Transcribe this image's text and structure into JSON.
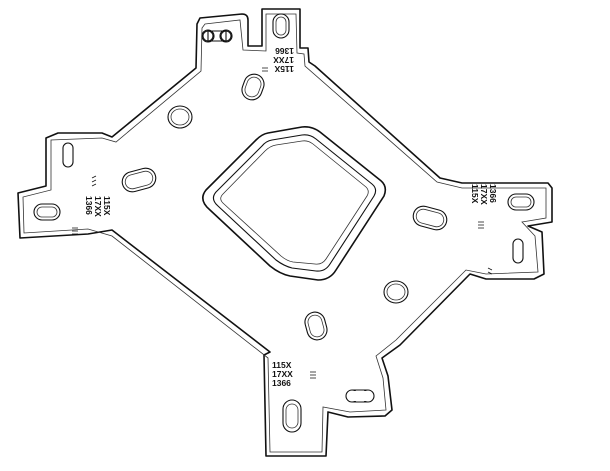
{
  "labels": {
    "top": [
      "115X",
      "17XX",
      "1366"
    ],
    "left": [
      "115X",
      "17XX",
      "1366"
    ],
    "right": [
      "115X",
      "17XX",
      "1366"
    ],
    "bottom": [
      "115X",
      "17XX",
      "1366"
    ]
  }
}
